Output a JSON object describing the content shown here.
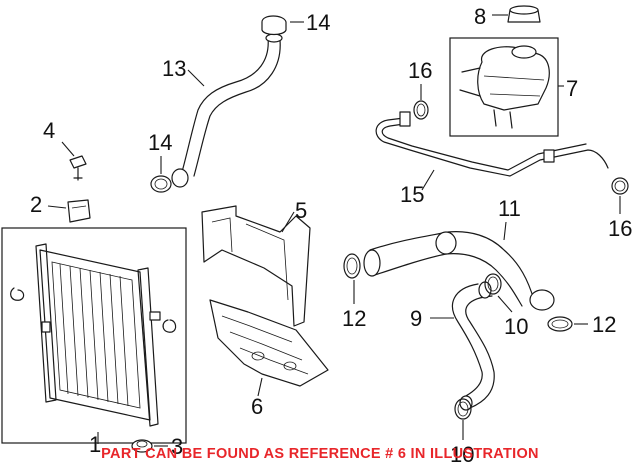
{
  "callouts": {
    "c1": "1",
    "c2": "2",
    "c3": "3",
    "c4": "4",
    "c5": "5",
    "c6": "6",
    "c7": "7",
    "c8": "8",
    "c9": "9",
    "c10a": "10",
    "c10b": "10",
    "c11": "11",
    "c12a": "12",
    "c12b": "12",
    "c13": "13",
    "c14a": "14",
    "c14b": "14",
    "c15": "15",
    "c16a": "16",
    "c16b": "16"
  },
  "footer": {
    "text": "PART CAN BE FOUND AS REFERENCE # 6 IN ILLUSTRATION",
    "color": "#e8262a"
  }
}
